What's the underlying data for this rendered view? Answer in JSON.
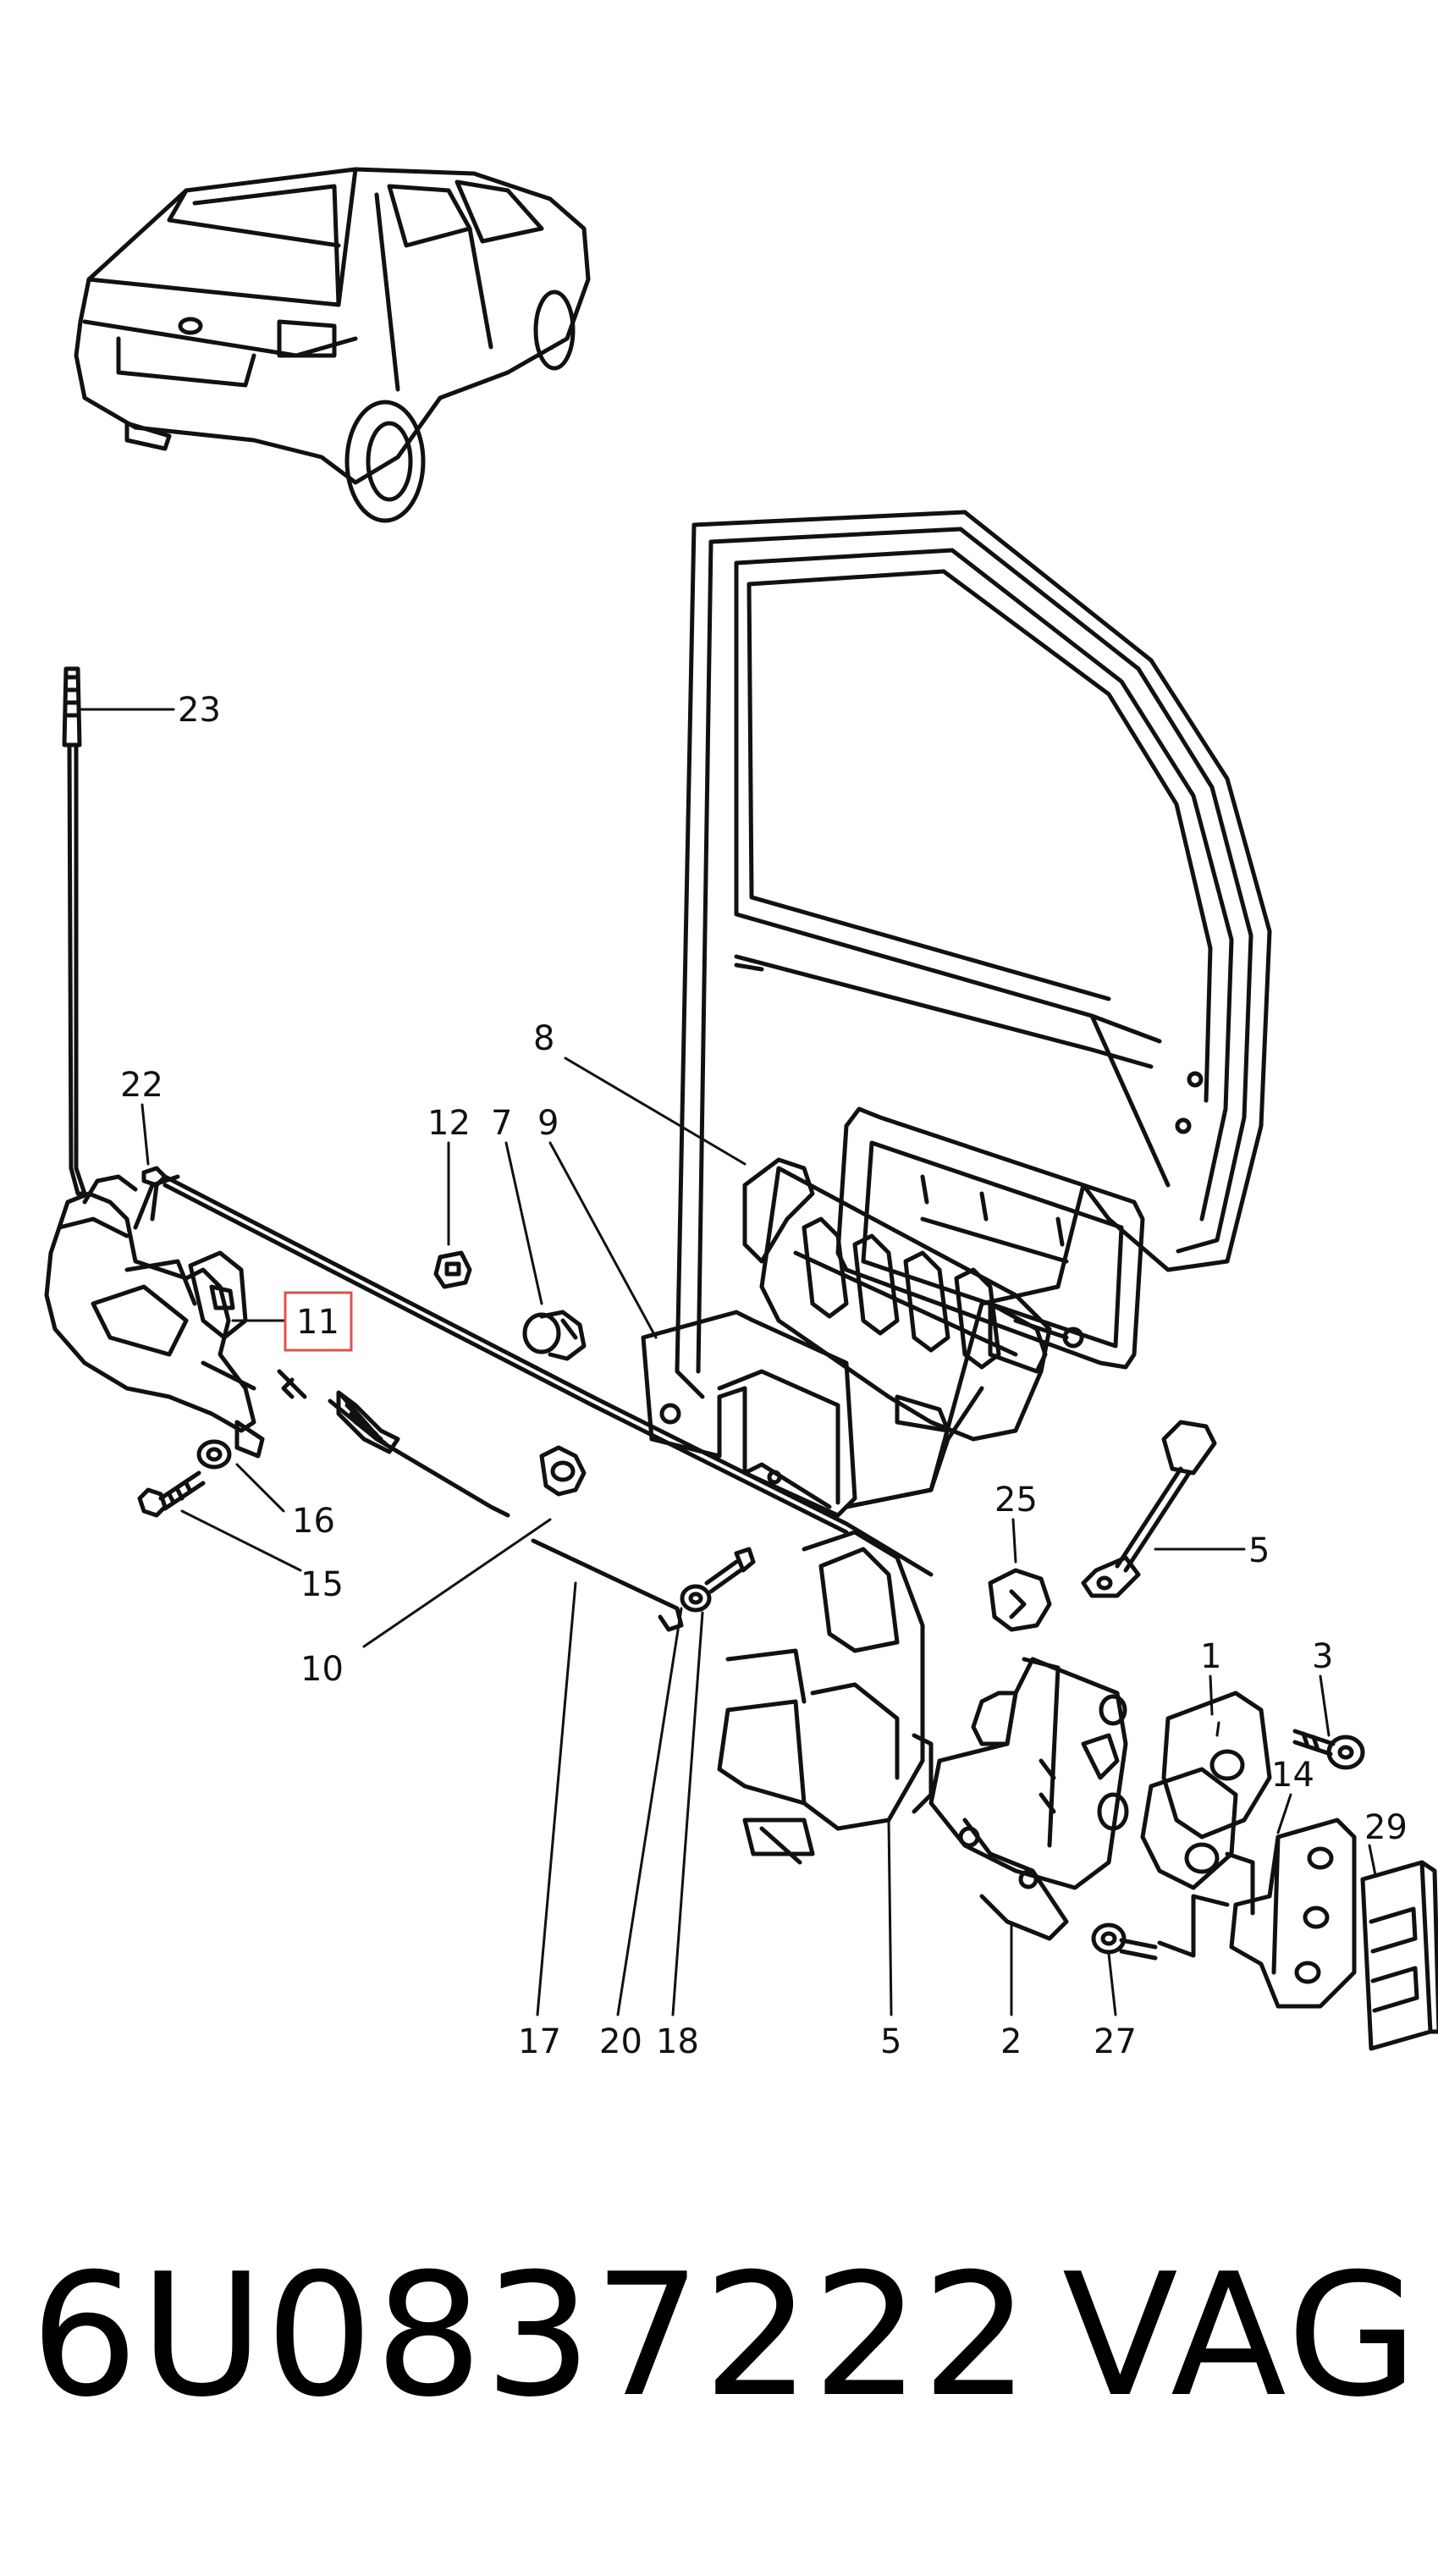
{
  "diagram": {
    "callouts": [
      {
        "id": "c23",
        "label": "23"
      },
      {
        "id": "c22",
        "label": "22"
      },
      {
        "id": "c12",
        "label": "12"
      },
      {
        "id": "c7",
        "label": "7"
      },
      {
        "id": "c9",
        "label": "9"
      },
      {
        "id": "c8",
        "label": "8"
      },
      {
        "id": "c11",
        "label": "11"
      },
      {
        "id": "c16",
        "label": "16"
      },
      {
        "id": "c15",
        "label": "15"
      },
      {
        "id": "c10",
        "label": "10"
      },
      {
        "id": "c25",
        "label": "25"
      },
      {
        "id": "c5a",
        "label": "5"
      },
      {
        "id": "c1",
        "label": "1"
      },
      {
        "id": "c3",
        "label": "3"
      },
      {
        "id": "c14",
        "label": "14"
      },
      {
        "id": "c29",
        "label": "29"
      },
      {
        "id": "c17",
        "label": "17"
      },
      {
        "id": "c20",
        "label": "20"
      },
      {
        "id": "c18",
        "label": "18"
      },
      {
        "id": "c5b",
        "label": "5"
      },
      {
        "id": "c2",
        "label": "2"
      },
      {
        "id": "c27",
        "label": "27"
      }
    ],
    "highlight_color": "#e05050"
  },
  "footer": {
    "part_number": "6U0837222",
    "brand": "VAG"
  }
}
